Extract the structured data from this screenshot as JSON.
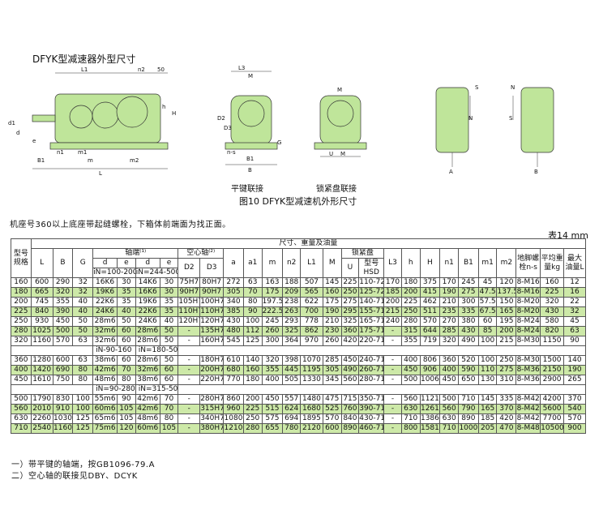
{
  "title": "DFYK型减速器外型尺寸",
  "drawing": {
    "labels_main": [
      "L1",
      "n2",
      "50",
      "h",
      "H",
      "d1",
      "d",
      "e",
      "n1",
      "B1",
      "m1",
      "m",
      "m2",
      "L"
    ],
    "labels_mid": [
      "L3",
      "M",
      "D2",
      "D3",
      "n-s",
      "B1",
      "G",
      "B"
    ],
    "labels_mid2": [
      "M",
      "U",
      "M"
    ],
    "labels_right": [
      "S",
      "N",
      "A",
      "S",
      "N",
      "B"
    ],
    "cap1": "平键联接",
    "cap2": "锁紧盘联接",
    "figure_caption": "图10  DFYK型减速机外形尺寸"
  },
  "note": "机座号360以上底座带起缝螺栓，下箱体前端面为找正面。",
  "table_no": "表14  mm",
  "table": {
    "group_header": "尺寸、重量及油量",
    "h_type": "型号规格",
    "h_L": "L",
    "h_B": "B",
    "h_G": "G",
    "h_shaft": "轴端⁽¹⁾",
    "h_hollow": "空心轴⁽²⁾",
    "h_d": "d",
    "h_e": "e",
    "h_d2": "d",
    "h_e2": "e",
    "h_iN1": "iN=100-200",
    "h_iN2": "iN=244-500",
    "h_D2": "D2",
    "h_D3": "D3",
    "h_a": "a",
    "h_a1": "a1",
    "h_m": "m",
    "h_n2": "n2",
    "h_L1": "L1",
    "h_M": "M",
    "h_lock": "锁紧盘",
    "h_U": "U",
    "h_HSD": "型号HSD",
    "h_L3": "L3",
    "h_h": "h",
    "h_H": "H",
    "h_n1": "n1",
    "h_B1": "B1",
    "h_m1": "m1",
    "h_m2": "m2",
    "h_bolt": "地脚螺栓n-s",
    "h_wt": "平均重量kg",
    "h_oil": "最大油量L",
    "rows_a": [
      [
        "160",
        "600",
        "290",
        "32",
        "16K6",
        "30",
        "14K6",
        "30",
        "75H7",
        "80H7",
        "272",
        "63",
        "163",
        "188",
        "507",
        "145",
        "225",
        "110-72",
        "170",
        "180",
        "375",
        "170",
        "245",
        "45",
        "120",
        "8-M16",
        "160",
        "12"
      ],
      [
        "180",
        "665",
        "320",
        "32",
        "19K6",
        "35",
        "16K6",
        "30",
        "90H7",
        "90H7",
        "305",
        "70",
        "175",
        "209",
        "565",
        "160",
        "250",
        "125-72",
        "185",
        "200",
        "415",
        "190",
        "275",
        "47.5",
        "137.5",
        "8-M16",
        "225",
        "16"
      ],
      [
        "200",
        "745",
        "355",
        "40",
        "22K6",
        "35",
        "19K6",
        "35",
        "105H7",
        "100H7",
        "340",
        "80",
        "197.5",
        "238",
        "622",
        "175",
        "275",
        "140-71",
        "200",
        "225",
        "462",
        "210",
        "300",
        "57.5",
        "150",
        "8-M20",
        "320",
        "22"
      ],
      [
        "225",
        "840",
        "390",
        "40",
        "24K6",
        "40",
        "22K6",
        "35",
        "110H7",
        "110H7",
        "385",
        "90",
        "222.5",
        "263",
        "700",
        "190",
        "295",
        "155-71",
        "215",
        "250",
        "511",
        "235",
        "335",
        "67.5",
        "165",
        "8-M20",
        "430",
        "32"
      ],
      [
        "250",
        "930",
        "450",
        "50",
        "28m6",
        "50",
        "24K6",
        "40",
        "120H7",
        "120H7",
        "430",
        "100",
        "245",
        "293",
        "778",
        "210",
        "325",
        "165-71",
        "240",
        "280",
        "570",
        "270",
        "380",
        "60",
        "195",
        "8-M24",
        "580",
        "45"
      ],
      [
        "280",
        "1025",
        "500",
        "50",
        "32m6",
        "60",
        "28m6",
        "50",
        "-",
        "135H7",
        "480",
        "112",
        "260",
        "325",
        "862",
        "230",
        "360",
        "175-71",
        "-",
        "315",
        "644",
        "285",
        "430",
        "85",
        "200",
        "8-M24",
        "820",
        "63"
      ],
      [
        "320",
        "1160",
        "570",
        "63",
        "32m6",
        "60",
        "28m6",
        "50",
        "-",
        "160H7",
        "545",
        "125",
        "300",
        "364",
        "970",
        "260",
        "420",
        "220-71",
        "-",
        "355",
        "719",
        "320",
        "490",
        "100",
        "215",
        "8-M30",
        "1150",
        "90"
      ]
    ],
    "sub_b1": "iN-90-160",
    "sub_b2": "iN=180-500",
    "rows_b": [
      [
        "360",
        "1280",
        "600",
        "63",
        "38m6",
        "60",
        "28m6",
        "50",
        "-",
        "180H7",
        "610",
        "140",
        "320",
        "398",
        "1070",
        "285",
        "450",
        "240-71",
        "-",
        "400",
        "806",
        "360",
        "520",
        "100",
        "250",
        "8-M30",
        "1500",
        "140"
      ],
      [
        "400",
        "1420",
        "690",
        "80",
        "42m6",
        "70",
        "32m6",
        "60",
        "-",
        "200H7",
        "680",
        "160",
        "355",
        "445",
        "1195",
        "305",
        "490",
        "260-71",
        "-",
        "450",
        "906",
        "400",
        "590",
        "110",
        "275",
        "8-M36",
        "2150",
        "190"
      ],
      [
        "450",
        "1610",
        "750",
        "80",
        "48m6",
        "80",
        "38m6",
        "60",
        "-",
        "220H7",
        "770",
        "180",
        "400",
        "505",
        "1330",
        "345",
        "560",
        "280-71",
        "-",
        "500",
        "1006",
        "450",
        "650",
        "130",
        "310",
        "8-M36",
        "2900",
        "265"
      ]
    ],
    "sub_c1": "iN=90-280",
    "sub_c2": "iN=315-500",
    "rows_c": [
      [
        "500",
        "1790",
        "830",
        "100",
        "55m6",
        "90",
        "42m6",
        "70",
        "-",
        "280H7",
        "860",
        "200",
        "450",
        "557",
        "1480",
        "475",
        "715",
        "350-71",
        "-",
        "560",
        "1121",
        "500",
        "710",
        "145",
        "335",
        "8-M42",
        "4200",
        "370"
      ],
      [
        "560",
        "2010",
        "910",
        "100",
        "60m6",
        "105",
        "42m6",
        "70",
        "-",
        "315H7",
        "960",
        "225",
        "515",
        "624",
        "1680",
        "525",
        "760",
        "390-71",
        "-",
        "630",
        "1261",
        "560",
        "790",
        "165",
        "370",
        "8-M42",
        "5600",
        "540"
      ],
      [
        "630",
        "2260",
        "1030",
        "125",
        "65m6",
        "105",
        "48m6",
        "80",
        "-",
        "340H7",
        "1080",
        "250",
        "575",
        "694",
        "1895",
        "570",
        "840",
        "430-71",
        "-",
        "710",
        "1386",
        "630",
        "890",
        "185",
        "420",
        "8-M42",
        "7700",
        "570"
      ],
      [
        "710",
        "2540",
        "1160",
        "125",
        "75m6",
        "120",
        "60m6",
        "105",
        "-",
        "380H7",
        "1210",
        "280",
        "655",
        "780",
        "2120",
        "600",
        "890",
        "460-71",
        "-",
        "800",
        "1581",
        "710",
        "1000",
        "205",
        "470",
        "8-M48",
        "10500",
        "900"
      ]
    ]
  },
  "footnotes": [
    "一）带平键的轴端，按GB1096-79.A",
    "二）空心轴的联接见DBY、DCYK"
  ],
  "colors": {
    "green": "#cde9a8",
    "drawing_green": "#bfe59a"
  }
}
